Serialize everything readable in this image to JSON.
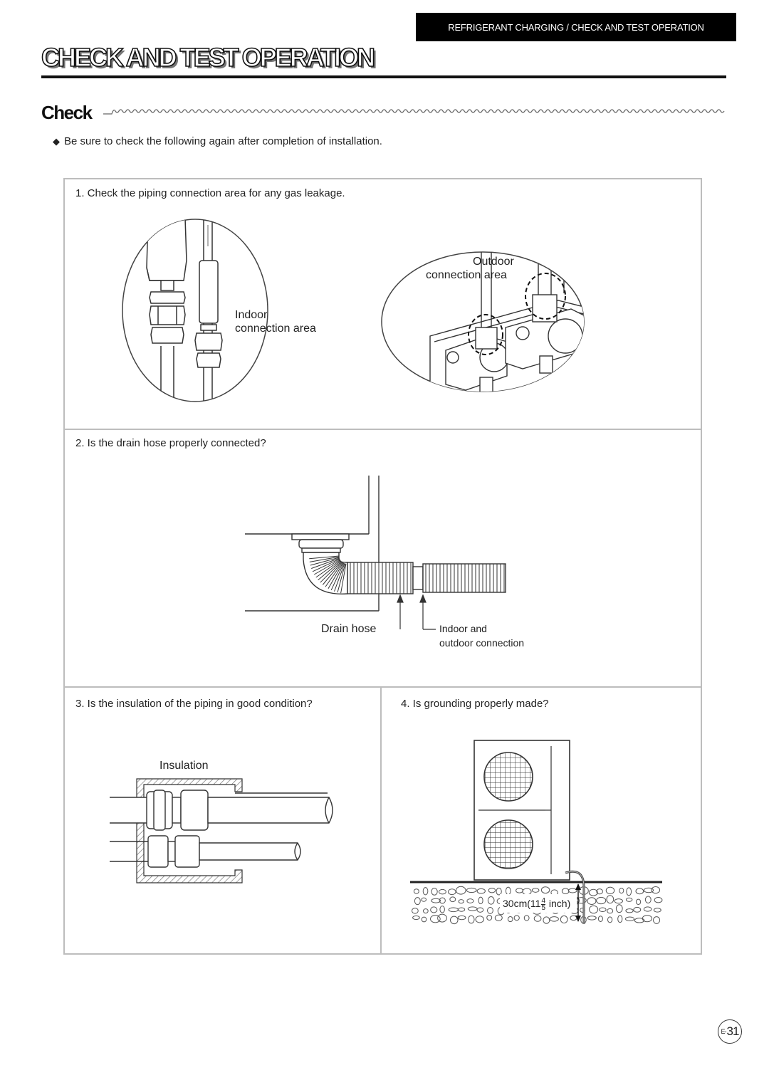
{
  "header": {
    "section_label": "REFRIGERANT CHARGING / CHECK AND TEST OPERATION"
  },
  "page_title": "CHECK AND TEST OPERATION",
  "section": {
    "heading": "Check",
    "intro": "Be sure to check the following again after completion of installation."
  },
  "items": [
    {
      "text": "1. Check the piping connection area for any gas leakage.",
      "labels": {
        "indoor_line1": "Indoor",
        "indoor_line2": "connection area",
        "outdoor_line1": "Outdoor",
        "outdoor_line2": "connection area"
      }
    },
    {
      "text": "2. Is the drain hose properly connected?",
      "labels": {
        "drain_hose": "Drain hose",
        "connection_line1": "Indoor and",
        "connection_line2": "outdoor connection"
      }
    },
    {
      "text": "3. Is the insulation of the piping in good condition?",
      "labels": {
        "insulation": "Insulation"
      }
    },
    {
      "text": "4. Is grounding properly made?",
      "labels": {
        "depth_value": "30cm(11",
        "depth_numerator": "4",
        "depth_denominator": "5",
        "depth_unit": " inch)"
      }
    }
  ],
  "page_number": {
    "prefix": "E-",
    "number": "31"
  },
  "icons": {
    "bullet": "diamond-bullet-icon"
  }
}
